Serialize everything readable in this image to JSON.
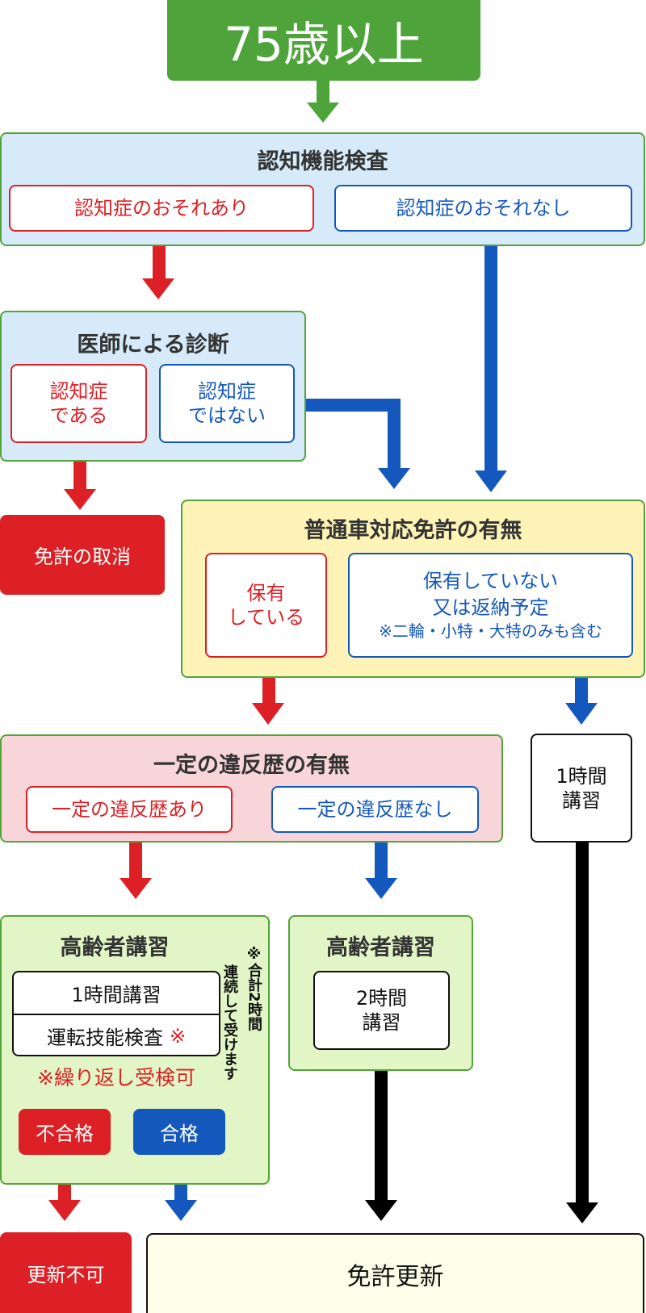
{
  "start": {
    "label": "75歳以上"
  },
  "cognitive_test": {
    "title": "認知機能検査",
    "options": [
      {
        "label": "認知症のおそれあり",
        "tone": "red"
      },
      {
        "label": "認知症のおそれなし",
        "tone": "blue"
      }
    ]
  },
  "doctor_diagnosis": {
    "title": "医師による診断",
    "options": [
      {
        "line1": "認知症",
        "line2": "である",
        "tone": "red"
      },
      {
        "line1": "認知症",
        "line2": "ではない",
        "tone": "blue"
      }
    ]
  },
  "license_revoked": {
    "label": "免許の取消"
  },
  "standard_license": {
    "title": "普通車対応免許の有無",
    "options": [
      {
        "line1": "保有",
        "line2": "している",
        "tone": "red"
      },
      {
        "line1": "保有していない",
        "line2": "又は返納予定",
        "note": "※二輪・小特・大特のみも含む",
        "tone": "blue"
      }
    ]
  },
  "violation_history": {
    "title": "一定の違反歴の有無",
    "options": [
      {
        "label": "一定の違反歴あり",
        "tone": "red"
      },
      {
        "label": "一定の違反歴なし",
        "tone": "blue"
      }
    ]
  },
  "one_hour_course": {
    "line1": "1時間",
    "line2": "講習"
  },
  "elderly_course_with_test": {
    "title": "高齢者講習",
    "row1": "1時間講習",
    "row2": "運転技能検査",
    "row2_mark": "※",
    "retry_note": "※繰り返し受検可",
    "side_note_col1": "※合計2時間",
    "side_note_col2": "連続して受けます",
    "fail_label": "不合格",
    "pass_label": "合格"
  },
  "elderly_course_two_hour": {
    "title": "高齢者講習",
    "line1": "2時間",
    "line2": "講習"
  },
  "renewal_denied": {
    "label": "更新不可"
  },
  "license_renewal": {
    "label": "免許更新"
  },
  "colors": {
    "green": "#4ea43a",
    "red": "#dc2025",
    "blue": "#1558bd",
    "black": "#000000"
  }
}
